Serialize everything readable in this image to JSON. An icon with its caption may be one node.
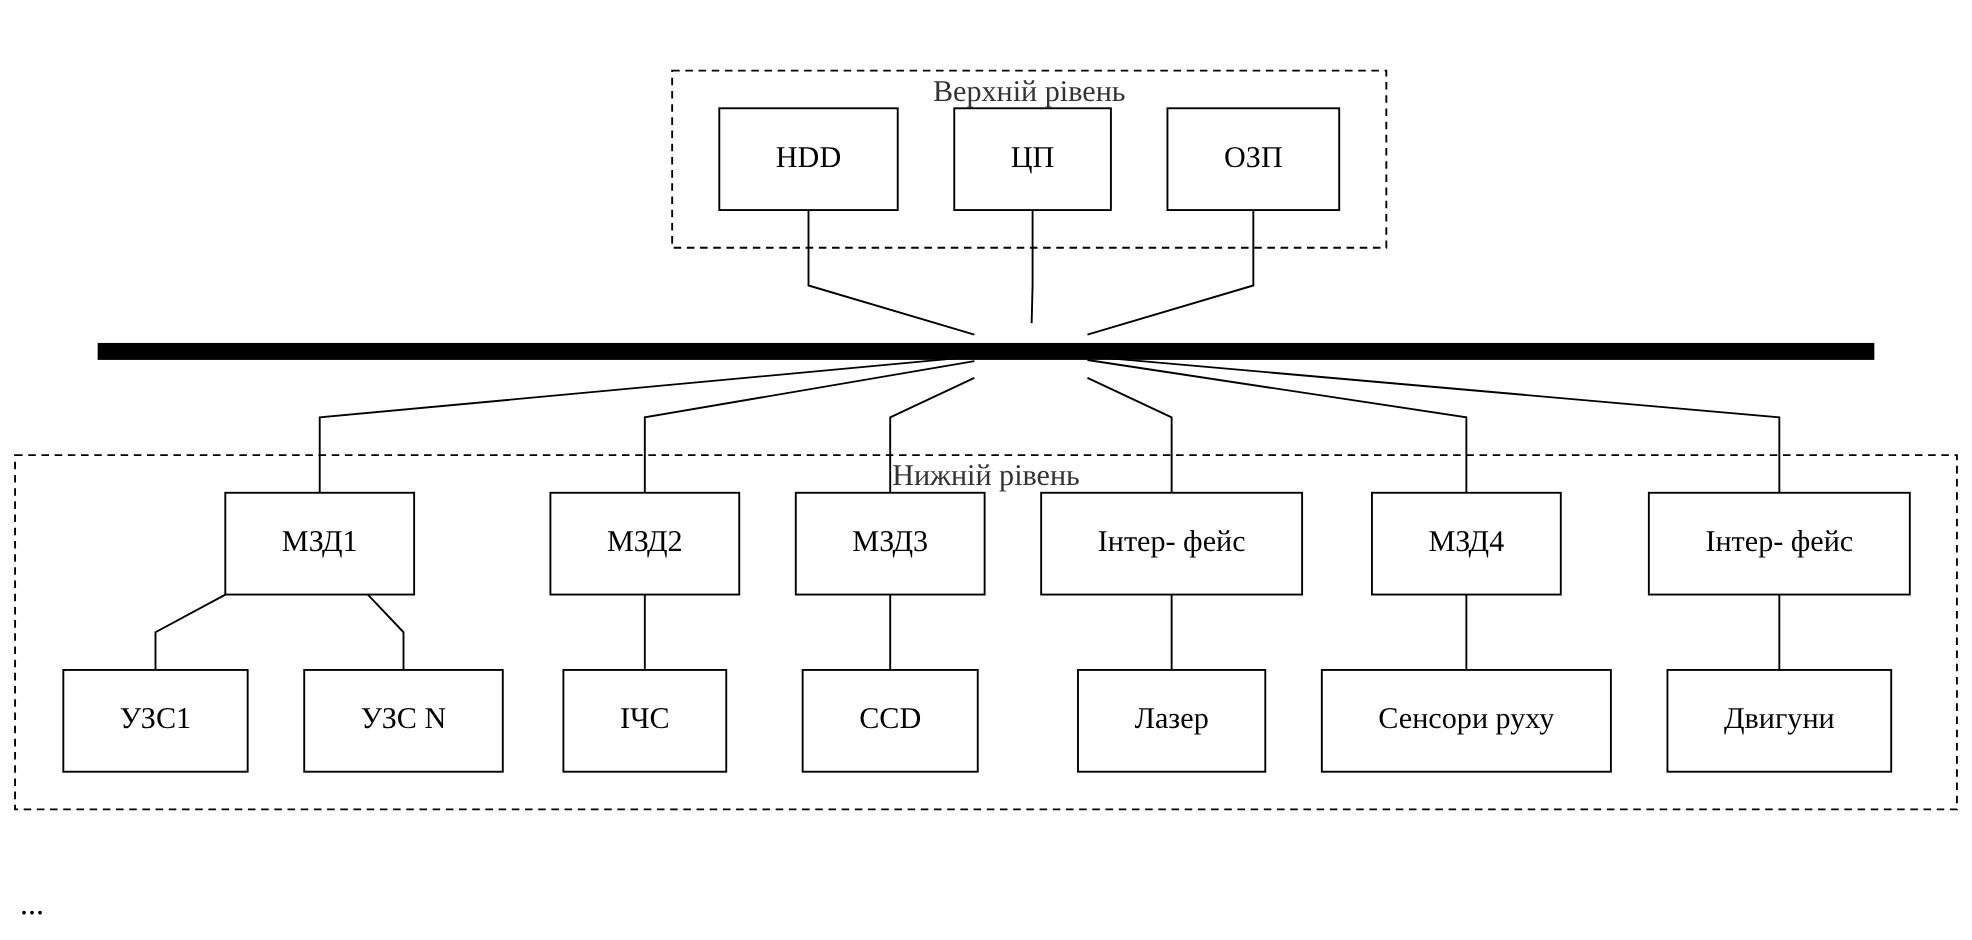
{
  "diagram": {
    "nodes": [
      {
        "text": [
          "Верхній рівень"
        ]
      },
      {
        "text": [
          "HDD"
        ],
        "in": 0
      },
      {
        "text": [
          "ЦП"
        ],
        "in": 0
      },
      {
        "text": [
          "ОЗП"
        ],
        "in": 0
      },
      {
        "text": [],
        "shape": "bar"
      },
      {
        "text": [
          "Нижній рівень"
        ]
      },
      {
        "text": [
          "МЗД1"
        ],
        "in": 5
      },
      {
        "text": [
          "МЗД2"
        ],
        "in": 5
      },
      {
        "text": [
          "МЗД3"
        ],
        "in": 5
      },
      {
        "text": [
          "Інтер- фейс"
        ],
        "in": 5
      },
      {
        "text": [
          "МЗД4"
        ],
        "in": 5
      },
      {
        "text": [
          "Інтер- фейс"
        ],
        "in": 5
      },
      {
        "text": [
          "УЗС1"
        ],
        "in": 5
      },
      {
        "text": [
          "УЗС N"
        ],
        "in": 5
      },
      {
        "text": [
          "ІЧС"
        ],
        "in": 5
      },
      {
        "text": [
          "CCD"
        ],
        "in": 5
      },
      {
        "text": [
          "Лазер"
        ],
        "in": 5
      },
      {
        "text": [
          "Сенсори руху"
        ],
        "in": 5
      },
      {
        "text": [
          "Двигуни"
        ],
        "in": 5
      }
    ],
    "edges": [
      {
        "from": 1,
        "to": 4,
        "arrow": "none"
      },
      {
        "from": 2,
        "to": 4,
        "arrow": "none"
      },
      {
        "from": 3,
        "to": 4,
        "arrow": "none"
      },
      {
        "from": 4,
        "to": 6,
        "arrow": "none"
      },
      {
        "from": 4,
        "to": 7,
        "arrow": "none"
      },
      {
        "from": 4,
        "to": 8,
        "arrow": "none"
      },
      {
        "from": 4,
        "to": 9,
        "arrow": "none"
      },
      {
        "from": 4,
        "to": 10,
        "arrow": "none"
      },
      {
        "from": 4,
        "to": 11,
        "arrow": "none"
      },
      {
        "from": 6,
        "to": 12,
        "arrow": "none"
      },
      {
        "from": 6,
        "to": 13,
        "arrow": "none"
      },
      {
        "from": 7,
        "to": 14,
        "arrow": "none"
      },
      {
        "from": 8,
        "to": 15,
        "arrow": "none"
      },
      {
        "from": 9,
        "to": 16,
        "arrow": "none"
      },
      {
        "from": 10,
        "to": 17,
        "arrow": "none"
      },
      {
        "from": 11,
        "to": 18,
        "arrow": "none"
      }
    ],
    "labels": [
      "..."
    ]
  }
}
